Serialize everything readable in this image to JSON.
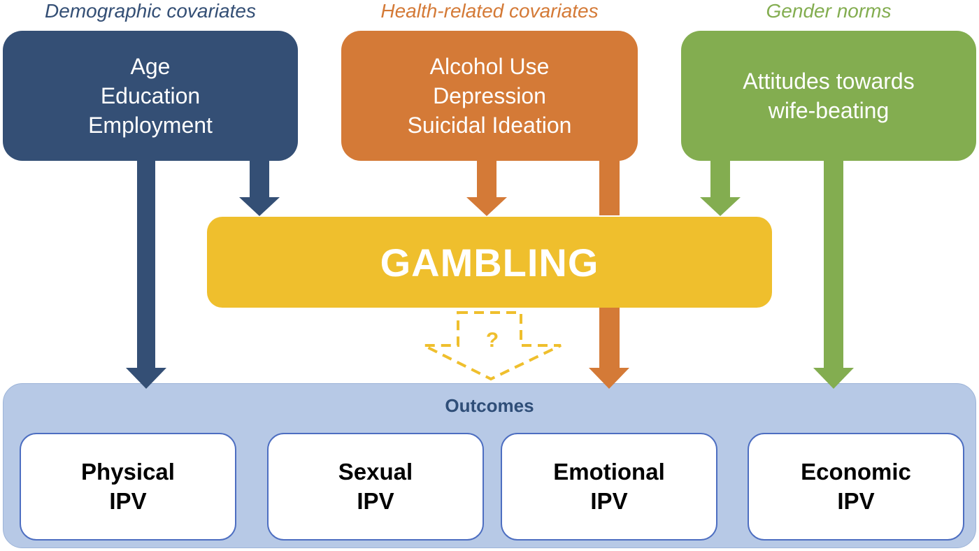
{
  "categories": {
    "demographic": {
      "label": "Demographic covariates",
      "color": "#344f75",
      "items": [
        "Age",
        "Education",
        "Employment"
      ]
    },
    "health": {
      "label": "Health-related covariates",
      "color": "#d47a37",
      "items": [
        "Alcohol Use",
        "Depression",
        "Suicidal Ideation"
      ]
    },
    "gender": {
      "label": "Gender norms",
      "color": "#83ad50",
      "items": [
        "Attitudes towards",
        "wife-beating"
      ]
    }
  },
  "exposure": {
    "label": "GAMBLING",
    "color": "#efbf2d",
    "uncertain_link": "?"
  },
  "outcomes": {
    "title": "Outcomes",
    "items": [
      {
        "line1": "Physical",
        "line2": "IPV"
      },
      {
        "line1": "Sexual",
        "line2": "IPV"
      },
      {
        "line1": "Emotional",
        "line2": "IPV"
      },
      {
        "line1": "Economic",
        "line2": "IPV"
      }
    ]
  }
}
